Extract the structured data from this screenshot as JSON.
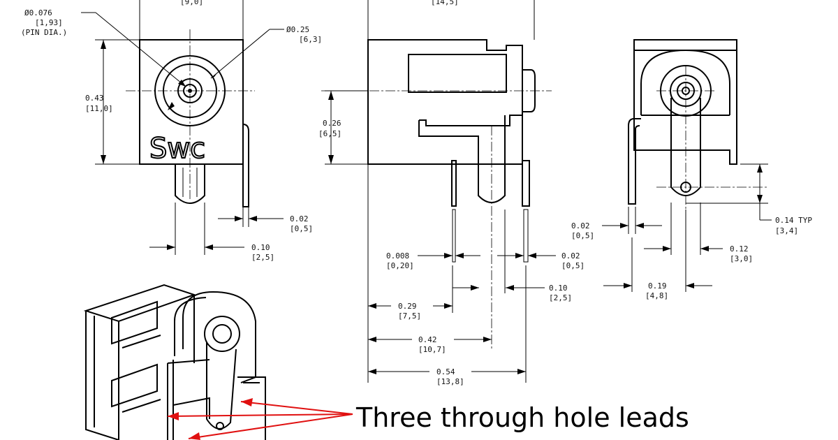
{
  "front_view": {
    "logo": "Swc",
    "dims": [
      {
        "line1": "Ø0.076",
        "line2": "[1,93]",
        "line3": "(PIN DIA.)"
      },
      {
        "line1": "Ø0.25",
        "line2": "[6,3]"
      },
      {
        "line1": "0.43",
        "line2": "[11,0]"
      },
      {
        "line1": "0.02",
        "line2": "[0,5]"
      },
      {
        "line1": "0.10",
        "line2": "[2,5]"
      },
      {
        "line1": "[9,0]"
      }
    ]
  },
  "side_view": {
    "dims": [
      {
        "line1": "[14,5]"
      },
      {
        "line1": "0.26",
        "line2": "[6,5]"
      },
      {
        "line1": "0.008",
        "line2": "[0,20]"
      },
      {
        "line1": "0.02",
        "line2": "[0,5]"
      },
      {
        "line1": "0.10",
        "line2": "[2,5]"
      },
      {
        "line1": "0.29",
        "line2": "[7,5]"
      },
      {
        "line1": "0.42",
        "line2": "[10,7]"
      },
      {
        "line1": "0.54",
        "line2": "[13,8]"
      }
    ]
  },
  "rear_view": {
    "dims": [
      {
        "line1": "0.14  TYP",
        "line2": "[3,4]"
      },
      {
        "line1": "0.02",
        "line2": "[0,5]"
      },
      {
        "line1": "0.12",
        "line2": "[3,0]"
      },
      {
        "line1": "0.19",
        "line2": "[4,8]"
      }
    ]
  },
  "annotation": {
    "caption": "Three through hole leads",
    "arrow_color": "#e01010"
  }
}
